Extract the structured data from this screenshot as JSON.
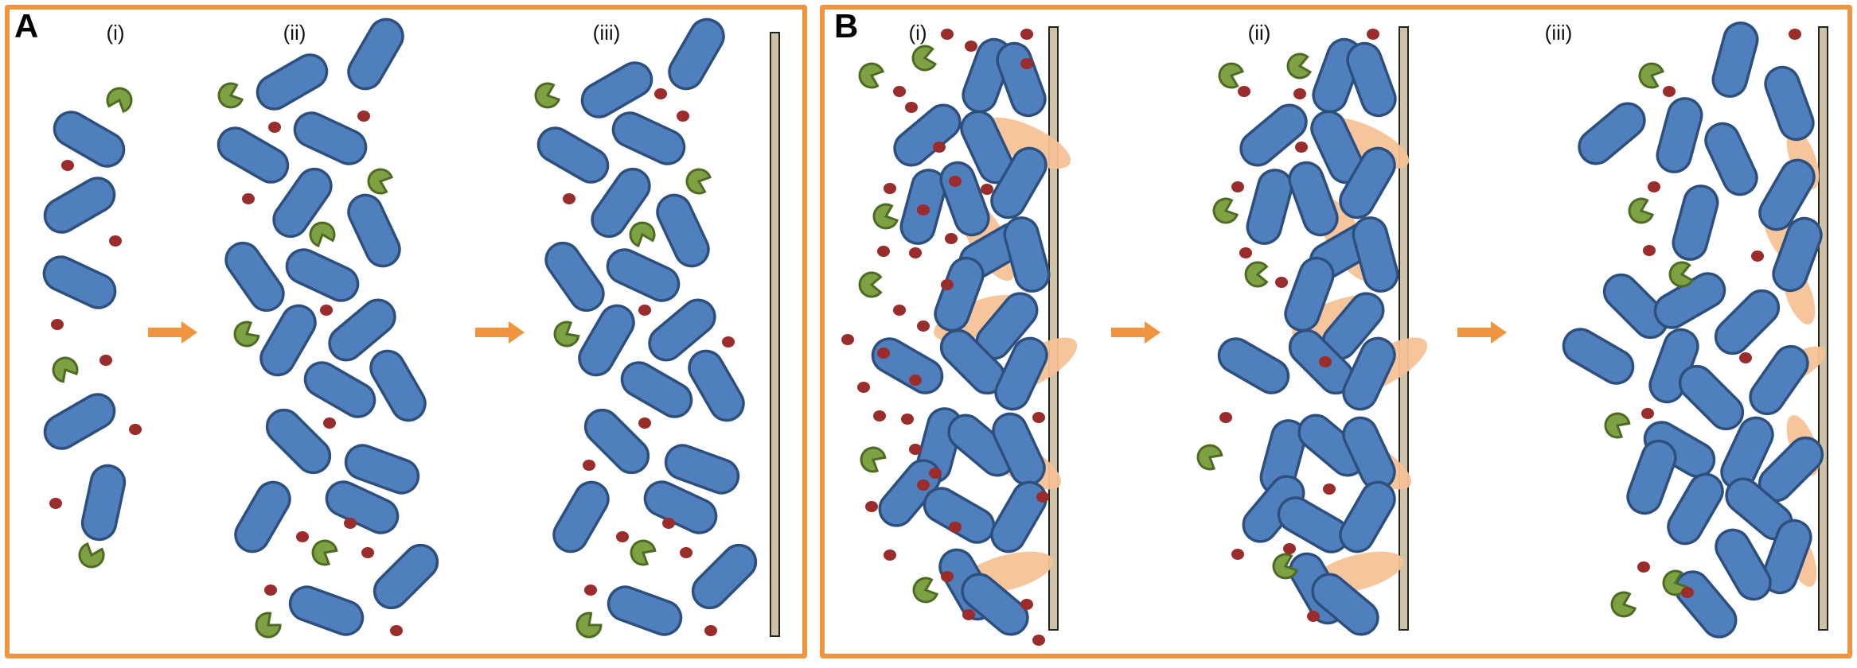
{
  "colors": {
    "border": "#f0943f",
    "bacterium_fill": "#4f7fbd",
    "bacterium_stroke": "#2d4f7d",
    "enzyme_fill": "#7ea143",
    "enzyme_stroke": "#4d6b22",
    "molecule": "#9b2c2c",
    "matrix": "#f7c296",
    "surface_fill": "#cfc3a5",
    "surface_stroke": "#222222",
    "arrow": "#f0943f"
  },
  "icons": {
    "bacterium": "rod-shape",
    "enzyme": "pacman-shape",
    "molecule": "dot",
    "surface": "vertical-bar",
    "arrow": "right-arrow"
  },
  "panels": [
    {
      "letter": "A",
      "steps": [
        "(i)",
        "(ii)",
        "(iii)"
      ]
    },
    {
      "letter": "B",
      "steps": [
        "(i)",
        "(ii)",
        "(iii)"
      ]
    }
  ]
}
